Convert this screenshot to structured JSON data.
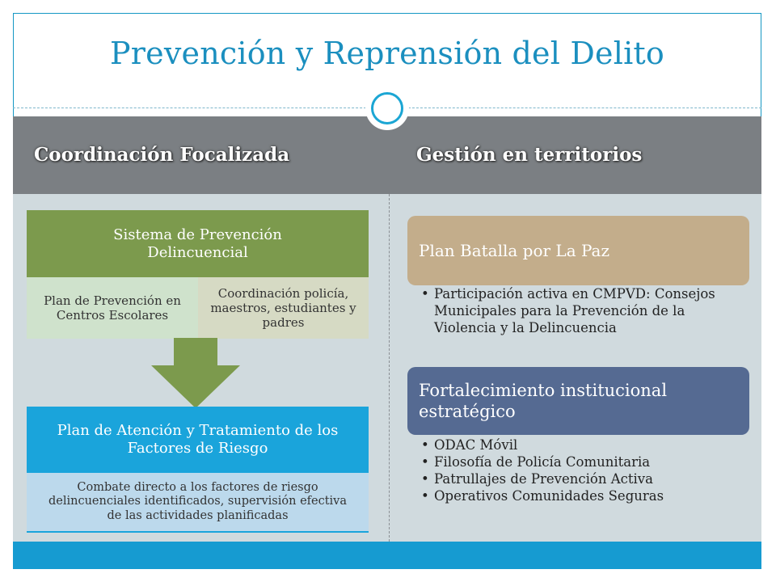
{
  "slide": {
    "title": "Prevención y Reprensión del Delito",
    "header_left": "Coordinación  Focalizada",
    "header_right": "Gestión en territorios"
  },
  "left": {
    "system_box": "Sistema de Prevención Delincuencial",
    "sub_left": "Plan de Prevención en Centros Escolares",
    "sub_right": "Coordinación policía, maestros, estudiantes y padres",
    "plan_box": "Plan  de Atención y Tratamiento de los Factores de Riesgo",
    "plan_detail": "Combate directo a los factores de riesgo delincuenciales identificados, supervisión efectiva de las actividades planificadas"
  },
  "right": {
    "plan_batalla": "Plan Batalla por La Paz",
    "batalla_bullets": [
      "Participación activa en CMPVD: Consejos Municipales para la Prevención de la Violencia y la Delincuencia"
    ],
    "fortalecimiento": "Fortalecimiento institucional estratégico",
    "fort_bullets": [
      "ODAC Móvil",
      "Filosofía de Policía Comunitaria",
      "Patrullajes de Prevención Activa",
      "Operativos Comunidades Seguras"
    ]
  },
  "colors": {
    "title": "#1b8fbf",
    "header_band": "#7b7f83",
    "body_band": "#d0dade",
    "green": "#7c9a4d",
    "blue": "#1aa4db",
    "tan": "#c3ad8b",
    "slate_blue": "#556a92"
  }
}
